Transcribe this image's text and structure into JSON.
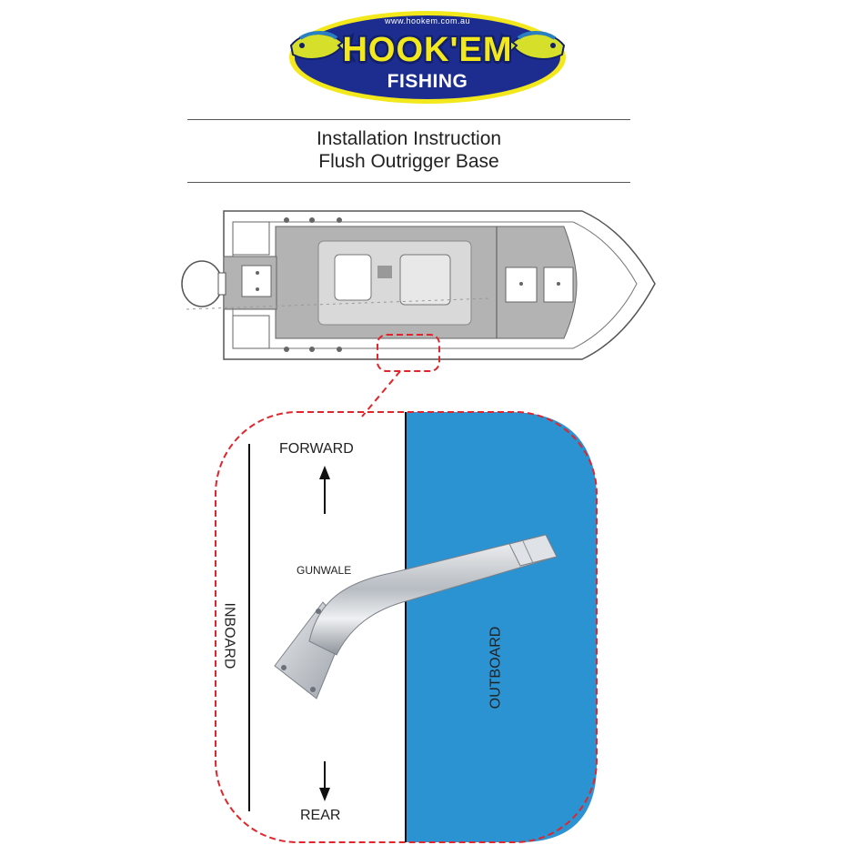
{
  "logo": {
    "url": "www.hookem.com.au",
    "brand": "HOOK'EM",
    "sub": "FISHING",
    "colors": {
      "oval": "#1c2d8f",
      "oval_edge": "#f3e81c",
      "brand_text": "#f3e81c",
      "fish_body": "#d6e02a",
      "fish_fin": "#2a7fc2"
    },
    "icons": [
      "mahi-mahi-fish-icon-left",
      "mahi-mahi-fish-icon-right"
    ]
  },
  "title": {
    "line1": "Installation Instruction",
    "line2": "Flush Outrigger Base"
  },
  "boat": {
    "colors": {
      "deck": "#b3b3b3",
      "hull_outline": "#555555",
      "highlight": "#e0262c"
    }
  },
  "detail": {
    "forward_label": "FORWARD",
    "rear_label": "REAR",
    "gunwale_label": "GUNWALE",
    "inboard_label": "INBOARD",
    "outboard_label": "OUTBOARD",
    "colors": {
      "outboard_fill": "#2b93d1",
      "dashed_border": "#e0262c",
      "metal": "#c9cdd2"
    }
  }
}
